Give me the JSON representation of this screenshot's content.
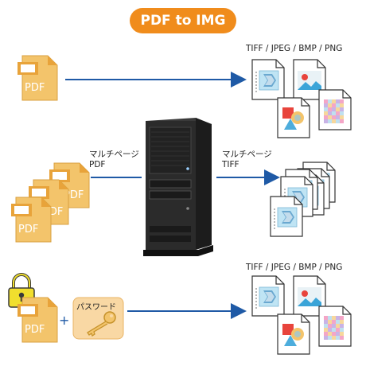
{
  "title": "PDF to IMG",
  "formats_top": "TIFF / JPEG / BMP / PNG",
  "formats_bottom": "TIFF / JPEG / BMP / PNG",
  "multipage_pdf": [
    "マルチページ",
    "PDF"
  ],
  "multipage_tiff": [
    "マルチページ",
    "TIFF"
  ],
  "password_label": "パスワード",
  "plus": "+",
  "pdf_label": "PDF",
  "colors": {
    "accent": "#f08c1c",
    "arrow": "#1f5aa6",
    "pdf_body": "#f3c46b",
    "pdf_tab": "#e8a33a"
  },
  "icons": [
    "pdf-file-icon",
    "server-tower-icon",
    "image-document-icon",
    "lock-icon",
    "key-icon",
    "arrow-icon"
  ]
}
